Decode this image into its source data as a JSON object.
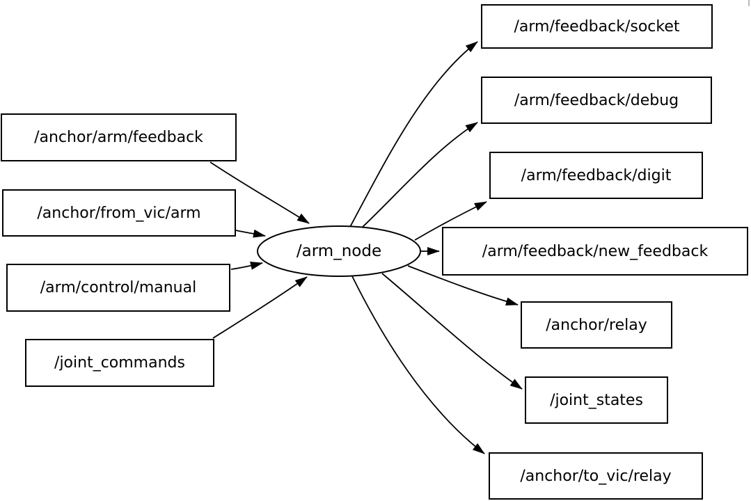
{
  "diagram": {
    "type": "ros-node-graph",
    "colors": {
      "stroke": "#000000",
      "fill": "#ffffff",
      "text": "#000000"
    },
    "node": {
      "label": "/arm_node"
    },
    "inputs": [
      {
        "label": "/anchor/arm/feedback"
      },
      {
        "label": "/anchor/from_vic/arm"
      },
      {
        "label": "/arm/control/manual"
      },
      {
        "label": "/joint_commands"
      }
    ],
    "outputs": [
      {
        "label": "/arm/feedback/socket"
      },
      {
        "label": "/arm/feedback/debug"
      },
      {
        "label": "/arm/feedback/digit"
      },
      {
        "label": "/arm/feedback/new_feedback"
      },
      {
        "label": "/anchor/relay"
      },
      {
        "label": "/joint_states"
      },
      {
        "label": "/anchor/to_vic/relay"
      }
    ],
    "edges": [
      {
        "from": "/anchor/arm/feedback",
        "to": "/arm_node"
      },
      {
        "from": "/anchor/from_vic/arm",
        "to": "/arm_node"
      },
      {
        "from": "/arm/control/manual",
        "to": "/arm_node"
      },
      {
        "from": "/joint_commands",
        "to": "/arm_node"
      },
      {
        "from": "/arm_node",
        "to": "/arm/feedback/socket"
      },
      {
        "from": "/arm_node",
        "to": "/arm/feedback/debug"
      },
      {
        "from": "/arm_node",
        "to": "/arm/feedback/digit"
      },
      {
        "from": "/arm_node",
        "to": "/arm/feedback/new_feedback"
      },
      {
        "from": "/arm_node",
        "to": "/anchor/relay"
      },
      {
        "from": "/arm_node",
        "to": "/joint_states"
      },
      {
        "from": "/arm_node",
        "to": "/anchor/to_vic/relay"
      }
    ]
  }
}
